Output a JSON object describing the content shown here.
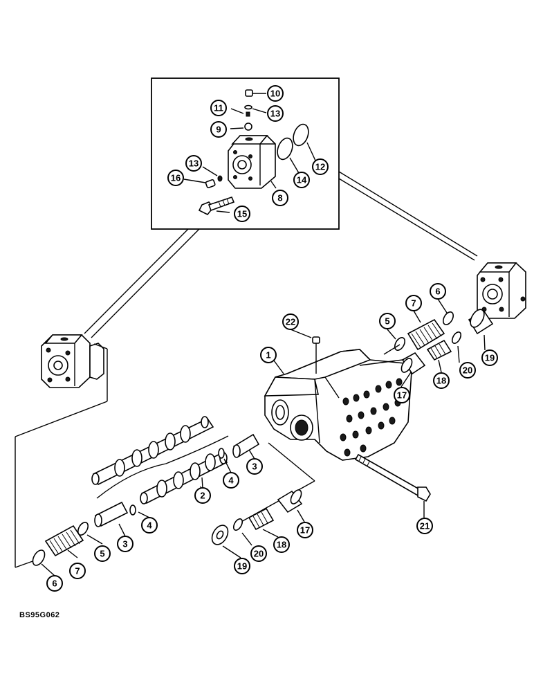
{
  "figure_code": "BS95G062",
  "colors": {
    "ink": "#000000",
    "paper": "#ffffff"
  },
  "callouts": {
    "c1": "1",
    "c2": "2",
    "c3a": "3",
    "c3b": "3",
    "c4a": "4",
    "c4b": "4",
    "c5a": "5",
    "c5b": "5",
    "c6a": "6",
    "c6b": "6",
    "c7a": "7",
    "c7b": "7",
    "c8": "8",
    "c9": "9",
    "c10": "10",
    "c11": "11",
    "c12": "12",
    "c13a": "13",
    "c13b": "13",
    "c14": "14",
    "c15": "15",
    "c16": "16",
    "c17a": "17",
    "c17b": "17",
    "c18a": "18",
    "c18b": "18",
    "c19a": "19",
    "c19b": "19",
    "c20a": "20",
    "c20b": "20",
    "c21": "21",
    "c22": "22"
  }
}
